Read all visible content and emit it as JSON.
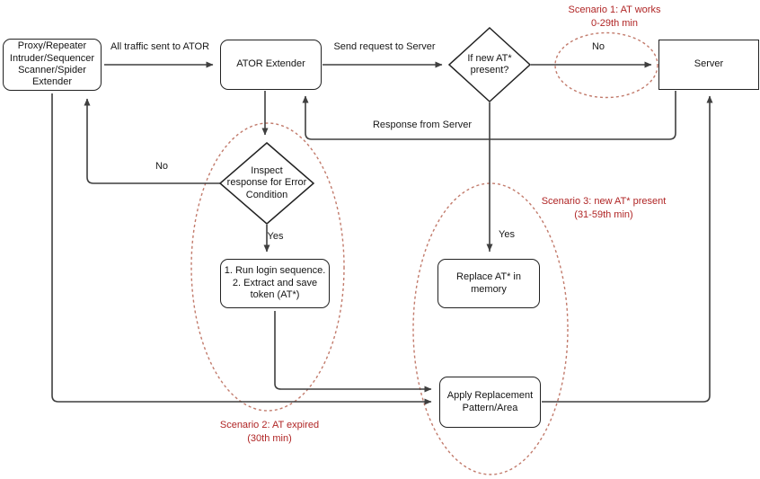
{
  "nodes": {
    "proxy": "Proxy/Repeater\nIntruder/Sequencer\nScanner/Spider\nExtender",
    "ator": "ATOR Extender",
    "server": "Server",
    "new_at": "If new AT*\npresent?",
    "inspect": "Inspect\nresponse for Error\nCondition",
    "run_login": "1. Run login sequence.\n2. Extract and save\ntoken (AT*)",
    "replace_at": "Replace AT* in\nmemory",
    "apply": "Apply Replacement\nPattern/Area"
  },
  "edge_labels": {
    "all_traffic": "All traffic sent to ATOR",
    "send_request": "Send request to Server",
    "response_from_server": "Response from Server",
    "no_new_at": "No",
    "no_error": "No",
    "yes_error": "Yes",
    "yes_new_at": "Yes"
  },
  "scenarios": {
    "s1": "Scenario 1: AT works\n0-29th min",
    "s2": "Scenario 2: AT expired\n(30th min)",
    "s3": "Scenario 3: new AT* present\n(31-59th min)"
  },
  "colors": {
    "line": "#3f3f3f",
    "node_border": "#222222",
    "scenario_text": "#b02525",
    "scenario_ellipse": "#c27b6c",
    "background": "#ffffff"
  }
}
